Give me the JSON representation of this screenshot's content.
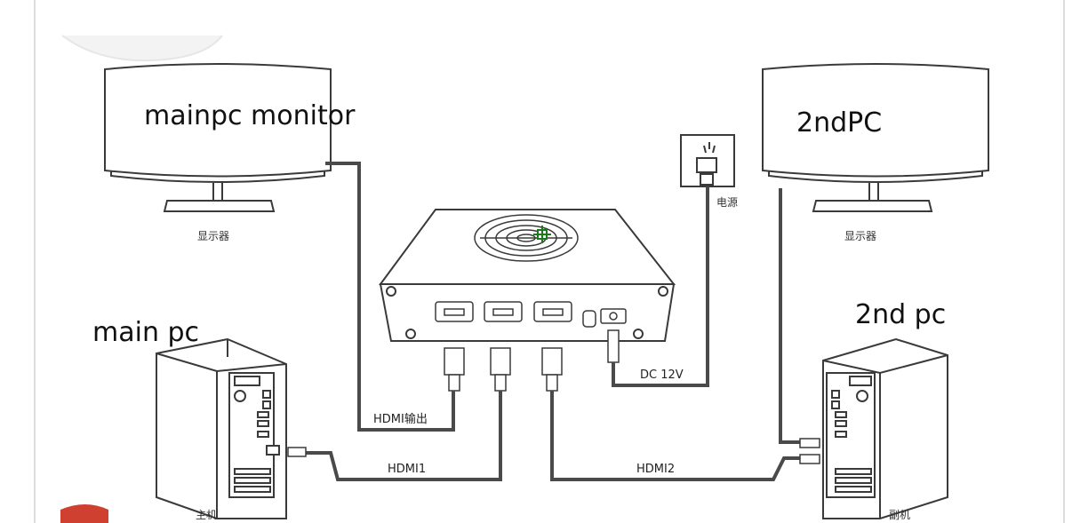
{
  "labels": {
    "main_monitor": "mainpc monitor",
    "second_monitor": "2ndPC",
    "main_pc": "main pc",
    "second_pc": "2nd pc",
    "monitor_cn_left": "显示器",
    "monitor_cn_right": "显示器",
    "power_cn": "电源",
    "host_cn": "主机",
    "sub_host_cn": "副机",
    "hdmi_out": "HDMI输出",
    "hdmi1": "HDMI1",
    "hdmi2": "HDMI2",
    "dc": "DC 12V"
  },
  "colors": {
    "line": "#3a3a3a",
    "cable": "#4a4a4a",
    "icon": "#1a7a1a",
    "partial_logo": "#d04030"
  },
  "icons": [
    "move-cursor-icon",
    "power-outlet-icon",
    "fan-grille-icon"
  ]
}
